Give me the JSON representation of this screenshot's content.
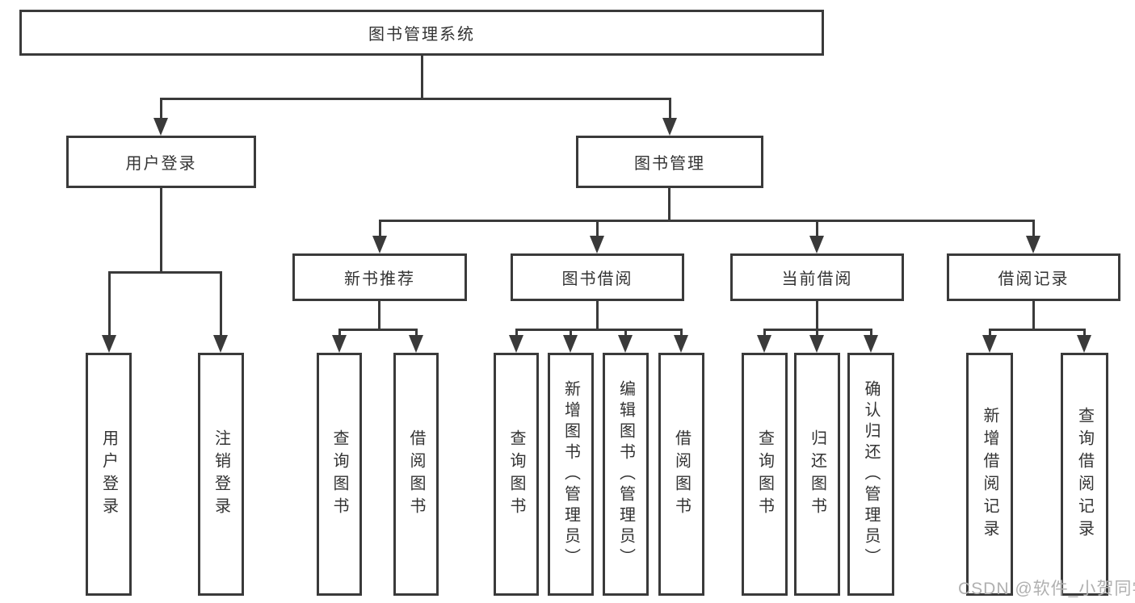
{
  "diagram": {
    "type": "tree",
    "title": "图书管理系统",
    "hierarchy": {
      "label": "图书管理系统",
      "children": [
        {
          "label": "用户登录",
          "children": [
            "用户登录",
            "注销登录"
          ]
        },
        {
          "label": "图书管理",
          "children": [
            {
              "label": "新书推荐",
              "children": [
                "查询图书",
                "借阅图书"
              ]
            },
            {
              "label": "图书借阅",
              "children": [
                "查询图书",
                "新增图书（管理员）",
                "编辑图书（管理员）",
                "借阅图书"
              ]
            },
            {
              "label": "当前借阅",
              "children": [
                "查询图书",
                "归还图书",
                "确认归还（管理员）"
              ]
            },
            {
              "label": "借阅记录",
              "children": [
                "新增借阅记录",
                "查询借阅记录"
              ]
            }
          ]
        }
      ]
    }
  },
  "nodes": {
    "root": {
      "label": "图书管理系统"
    },
    "user_login": {
      "label": "用户登录"
    },
    "book_mgmt": {
      "label": "图书管理"
    },
    "new_rec": {
      "label": "新书推荐"
    },
    "book_borrow": {
      "label": "图书借阅"
    },
    "current_borrow": {
      "label": "当前借阅"
    },
    "borrow_records": {
      "label": "借阅记录"
    },
    "leaf_user_login": {
      "label": "用户登录"
    },
    "leaf_logout": {
      "label": "注销登录"
    },
    "leaf_nr_query": {
      "label": "查询图书"
    },
    "leaf_nr_borrow": {
      "label": "借阅图书"
    },
    "leaf_bb_query": {
      "label": "查询图书"
    },
    "leaf_bb_add": {
      "label": "新增图书（管理员）"
    },
    "leaf_bb_edit": {
      "label": "编辑图书（管理员）"
    },
    "leaf_bb_borrow": {
      "label": "借阅图书"
    },
    "leaf_cb_query": {
      "label": "查询图书"
    },
    "leaf_cb_return": {
      "label": "归还图书"
    },
    "leaf_cb_confirm": {
      "label": "确认归还（管理员）"
    },
    "leaf_rec_add": {
      "label": "新增借阅记录"
    },
    "leaf_rec_query": {
      "label": "查询借阅记录"
    }
  },
  "watermark": {
    "text": "CSDN @软件_小贺同学"
  },
  "colors": {
    "line": "#3a3a3a",
    "text": "#333333",
    "background": "#ffffff",
    "watermark": "#b0b0b0"
  }
}
